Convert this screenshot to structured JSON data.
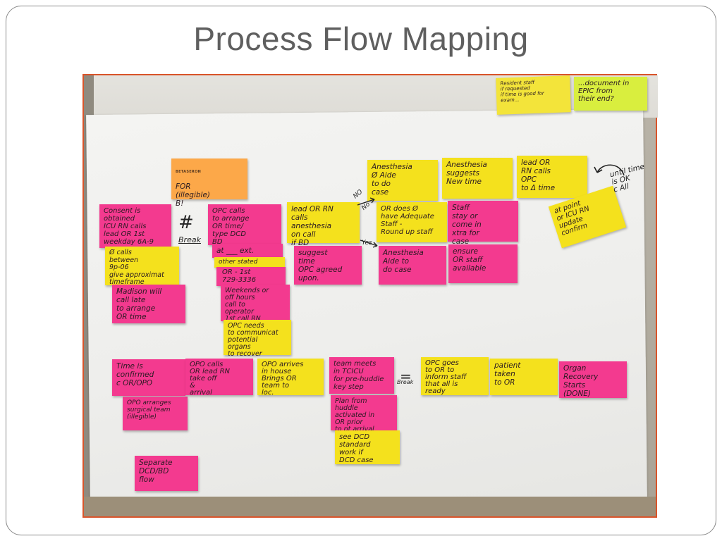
{
  "slide": {
    "title": "Process Flow Mapping"
  },
  "photo": {
    "corner_notes": [
      {
        "id": "top-yellow",
        "color": "#f3e43a",
        "text": "Resident staff\nif requested\nif time is good for\nexam..."
      },
      {
        "id": "top-lime",
        "color": "#d9ee3e",
        "text": "...document in\nEPIC from\ntheir end?"
      }
    ],
    "logo_note": {
      "logo": "BETASERON",
      "text": "FOR\n(illegible)\nB!"
    },
    "row1_notes": [
      {
        "id": "consent",
        "color": "pink",
        "text": "Consent is\nobtained\nICU RN calls\nlead OR 1st\nweekday 6A-9"
      },
      {
        "id": "calls-between",
        "color": "yellow",
        "text": "Ø calls\nbetween\n9p-06\ngive approximat\ntimeframe"
      },
      {
        "id": "madison",
        "color": "pink",
        "text": "Madison will\ncall late\nto arrange\nOR time"
      },
      {
        "id": "opc-calls",
        "color": "pink",
        "text": "OPC calls\nto arrange\nOR time/\ntype DCD\nBD"
      },
      {
        "id": "at-ext",
        "color": "pink",
        "text": "at ___ ext."
      },
      {
        "id": "other-stated",
        "color": "yellow",
        "text": "other stated"
      },
      {
        "id": "or-1st",
        "color": "pink",
        "text": "OR - 1st\n729-3336"
      },
      {
        "id": "weekends",
        "color": "pink",
        "text": "Weekends or\noff hours\ncall to\noperator\n1st call RN"
      },
      {
        "id": "opc-needs",
        "color": "yellow",
        "text": "OPC needs\nto communicat\npotential\norgans\nto recover"
      },
      {
        "id": "lead-rn",
        "color": "yellow",
        "text": "lead OR RN\ncalls\nanesthesia\non call\nif BD"
      },
      {
        "id": "suggest-time",
        "color": "pink",
        "text": "suggest\ntime\nOPC agreed\nupon."
      },
      {
        "id": "anesthesia-aide",
        "color": "yellow",
        "text": "Anesthesia\nØ Aide\nto do\ncase"
      },
      {
        "id": "anesthesia-suggests",
        "color": "yellow",
        "text": "Anesthesia\nsuggests\nNew time"
      },
      {
        "id": "lead-or-rn",
        "color": "yellow",
        "text": "lead OR\nRN calls\nOPC\nto Δ time"
      },
      {
        "id": "or-does",
        "color": "yellow",
        "text": "OR does Ø\nhave Adequate\nStaff -\nRound up staff"
      },
      {
        "id": "staff-stay",
        "color": "pink",
        "text": "Staff\nstay or\ncome in\nxtra for\ncase"
      },
      {
        "id": "anesthesia-aide-2",
        "color": "pink",
        "text": "Anesthesia\nAide to\ndo case"
      },
      {
        "id": "ensure-staff",
        "color": "pink",
        "text": "ensure\nOR staff\navailable"
      },
      {
        "id": "at-point",
        "color": "yellow",
        "text": "at point\nor ICU RN\nupdate\nconfirm"
      }
    ],
    "row2_notes": [
      {
        "id": "time-confirmed",
        "color": "pink",
        "text": "Time is\nconfirmed\nc OR/OPO"
      },
      {
        "id": "opo-arranges",
        "color": "pink",
        "text": "OPO arranges\nsurgical team\n(illegible)"
      },
      {
        "id": "separate-flow",
        "color": "pink",
        "text": "Separate\nDCD/BD\nflow"
      },
      {
        "id": "opo-calls",
        "color": "pink",
        "text": "OPO calls\nOR lead RN\ntake off\n&\narrival"
      },
      {
        "id": "opo-arrives",
        "color": "yellow",
        "text": "OPO arrives\nin house\nBrings OR\nteam to\nloc."
      },
      {
        "id": "team-meets",
        "color": "pink",
        "text": "team meets\nin TCICU\nfor pre-huddle\nkey step"
      },
      {
        "id": "plan-from-huddle",
        "color": "pink",
        "text": "Plan from\nhuddle\nactivated in\nOR prior\nto pt arrival"
      },
      {
        "id": "see-dcd",
        "color": "yellow",
        "text": "see DCD\nstandard\nwork if\nDCD case"
      },
      {
        "id": "opc-goes",
        "color": "yellow",
        "text": "OPC goes\nto OR to\ninform staff\nthat all is\nready"
      },
      {
        "id": "patient-taken",
        "color": "yellow",
        "text": "patient\ntaken\nto OR"
      },
      {
        "id": "organ-recovery",
        "color": "pink",
        "text": "Organ\nRecovery\nStarts\n(DONE)"
      }
    ],
    "handwriting": {
      "break_1": "Break",
      "break_2": "Break",
      "no": "NO",
      "no_2": "No",
      "yes": "Yes",
      "until_time": "until time\nis OK\nc All"
    }
  }
}
